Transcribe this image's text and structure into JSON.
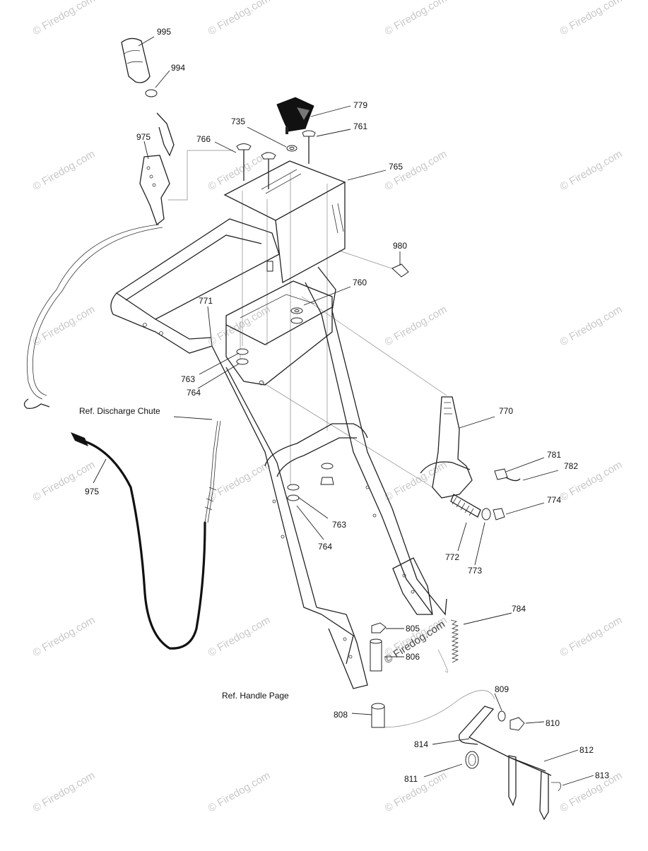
{
  "watermark": {
    "text": "© Firedog.com",
    "center_text": "© Firedog.com"
  },
  "references": {
    "discharge_chute": "Ref. Discharge Chute",
    "handle_page": "Ref. Handle Page"
  },
  "parts": [
    {
      "id": "p995",
      "label": "995"
    },
    {
      "id": "p994",
      "label": "994"
    },
    {
      "id": "p975a",
      "label": "975"
    },
    {
      "id": "p779",
      "label": "779"
    },
    {
      "id": "p735",
      "label": "735"
    },
    {
      "id": "p761",
      "label": "761"
    },
    {
      "id": "p766",
      "label": "766"
    },
    {
      "id": "p765",
      "label": "765"
    },
    {
      "id": "p980",
      "label": "980"
    },
    {
      "id": "p760",
      "label": "760"
    },
    {
      "id": "p771",
      "label": "771"
    },
    {
      "id": "p763a",
      "label": "763"
    },
    {
      "id": "p764a",
      "label": "764"
    },
    {
      "id": "p770",
      "label": "770"
    },
    {
      "id": "p781",
      "label": "781"
    },
    {
      "id": "p782",
      "label": "782"
    },
    {
      "id": "p774",
      "label": "774"
    },
    {
      "id": "p975b",
      "label": "975"
    },
    {
      "id": "p763b",
      "label": "763"
    },
    {
      "id": "p764b",
      "label": "764"
    },
    {
      "id": "p772",
      "label": "772"
    },
    {
      "id": "p773",
      "label": "773"
    },
    {
      "id": "p784",
      "label": "784"
    },
    {
      "id": "p805",
      "label": "805"
    },
    {
      "id": "p806",
      "label": "806"
    },
    {
      "id": "p809",
      "label": "809"
    },
    {
      "id": "p808",
      "label": "808"
    },
    {
      "id": "p810",
      "label": "810"
    },
    {
      "id": "p814",
      "label": "814"
    },
    {
      "id": "p812",
      "label": "812"
    },
    {
      "id": "p811",
      "label": "811"
    },
    {
      "id": "p813",
      "label": "813"
    }
  ]
}
